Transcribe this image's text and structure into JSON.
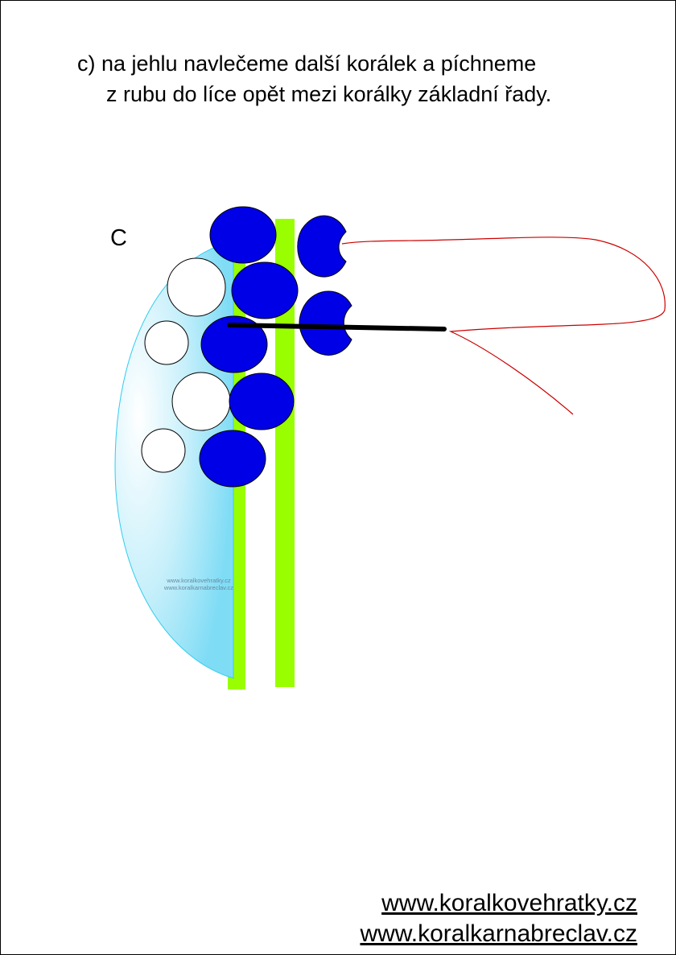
{
  "caption": {
    "line1": "c) na jehlu navlečeme další korálek a píchneme",
    "line2": "z rubu do líce opět mezi korálky základní řady."
  },
  "figure_label": "C",
  "watermark": [
    "www.koralkovehratky.cz",
    "www.koralkarnabreclav.cz"
  ],
  "links": [
    "www.koralkovehratky.cz",
    "www.koralkarnabreclav.cz"
  ],
  "colors": {
    "bead": "#0000e6",
    "bar": "#99ff00",
    "thread": "#cc0000",
    "shape": "#8fe3f7"
  }
}
